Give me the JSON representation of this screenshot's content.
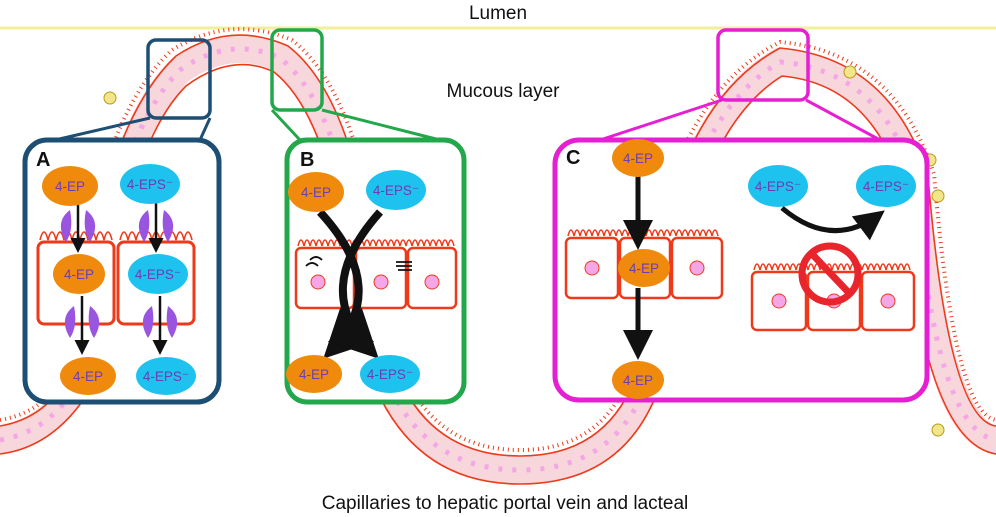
{
  "labels": {
    "lumen": "Lumen",
    "mucous": "Mucous layer",
    "bottom": "Capillaries to hepatic portal vein and lacteal"
  },
  "panels": [
    {
      "letter": "A",
      "color": "#1d4e73"
    },
    {
      "letter": "B",
      "color": "#22a84a"
    },
    {
      "letter": "C",
      "color": "#e61fd3"
    }
  ],
  "molecules": {
    "ep": "4-EP",
    "eps": "4-EPS⁻"
  },
  "colors": {
    "ep": "#f08a0c",
    "eps": "#1ec2ee",
    "cell_outline": "#ee3a1a",
    "nucleus": "#f4a6e6",
    "transporter": "#9a55e0",
    "lumen_line": "#f2ef9a",
    "block": "#e8242c"
  }
}
